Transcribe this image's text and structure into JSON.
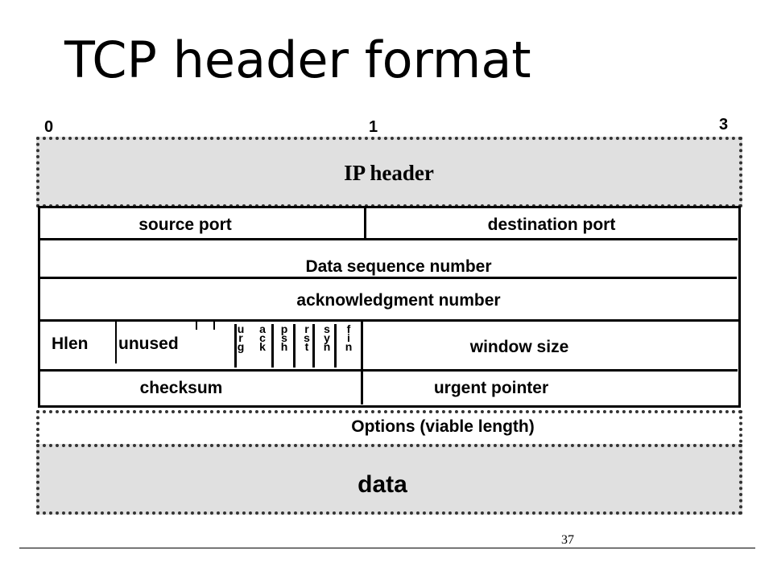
{
  "title": "TCP header format",
  "bit_labels": {
    "start": "0",
    "middle": "1",
    "end": "3"
  },
  "ip_header": "IP header",
  "rows": {
    "source_port": "source port",
    "destination_port": "destination port",
    "sequence_number": "Data sequence number",
    "ack_number": "acknowledgment number",
    "hlen": "Hlen",
    "unused": "unused",
    "window_size": "window size",
    "checksum": "checksum",
    "urgent_pointer": "urgent pointer",
    "options": "Options (viable length)"
  },
  "flags": [
    {
      "name": "urg",
      "letters": [
        "u",
        "r",
        "g"
      ]
    },
    {
      "name": "ack",
      "letters": [
        "a",
        "c",
        "k"
      ]
    },
    {
      "name": "psh",
      "letters": [
        "p",
        "s",
        "h"
      ]
    },
    {
      "name": "rst",
      "letters": [
        "r",
        "s",
        "t"
      ]
    },
    {
      "name": "syn",
      "letters": [
        "s",
        "y",
        "n"
      ]
    },
    {
      "name": "fin",
      "letters": [
        "f",
        "i",
        "n"
      ]
    }
  ],
  "data_label": "data",
  "page_number": "37"
}
